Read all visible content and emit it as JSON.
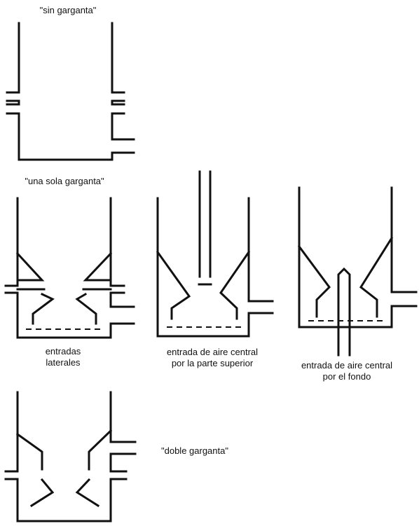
{
  "labels": {
    "sin_garganta": "\"sin garganta\"",
    "una_sola_garganta": "\"una sola garganta\"",
    "entradas_laterales_1": "entradas",
    "entradas_laterales_2": "laterales",
    "central_superior_1": "entrada de aire central",
    "central_superior_2": "por la parte superior",
    "central_fondo_1": "entrada de aire central",
    "central_fondo_2": "por el fondo",
    "doble_garganta": "\"doble garganta\""
  },
  "colors": {
    "line": "#111111",
    "background": "#ffffff"
  }
}
